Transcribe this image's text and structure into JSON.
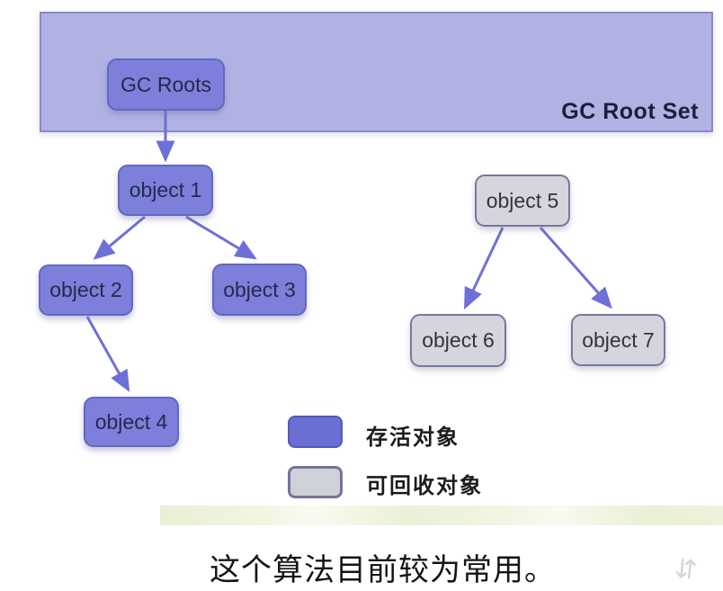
{
  "banner": {
    "region_label": "GC Root Set"
  },
  "nodes": {
    "gc_roots": {
      "label": "GC Roots",
      "type": "live"
    },
    "object1": {
      "label": "object 1",
      "type": "live"
    },
    "object2": {
      "label": "object 2",
      "type": "live"
    },
    "object3": {
      "label": "object 3",
      "type": "live"
    },
    "object4": {
      "label": "object 4",
      "type": "live"
    },
    "object5": {
      "label": "object 5",
      "type": "recyclable"
    },
    "object6": {
      "label": "object 6",
      "type": "recyclable"
    },
    "object7": {
      "label": "object 7",
      "type": "recyclable"
    }
  },
  "edges": [
    {
      "from": "gc_roots",
      "to": "object1"
    },
    {
      "from": "object1",
      "to": "object2"
    },
    {
      "from": "object1",
      "to": "object3"
    },
    {
      "from": "object2",
      "to": "object4"
    },
    {
      "from": "object5",
      "to": "object6"
    },
    {
      "from": "object5",
      "to": "object7"
    }
  ],
  "legend": {
    "items": [
      {
        "key": "live",
        "label": "存活对象"
      },
      {
        "key": "recyclable",
        "label": "可回收对象"
      }
    ]
  },
  "caption": {
    "text": "这个算法目前较为常用。"
  },
  "watermark": {
    "glyph": "⇵"
  },
  "colors": {
    "banner_fill": "#b1b2e4",
    "banner_border": "#8a88cc",
    "live_fill": "#7d80da",
    "live_border": "#6466c4",
    "recyclable_fill": "#d5d5dd",
    "recyclable_border": "#76789e",
    "legend_live_fill": "#6b6ed2",
    "arrow": "#6d70d8",
    "highlight_band": "#edf3da"
  }
}
